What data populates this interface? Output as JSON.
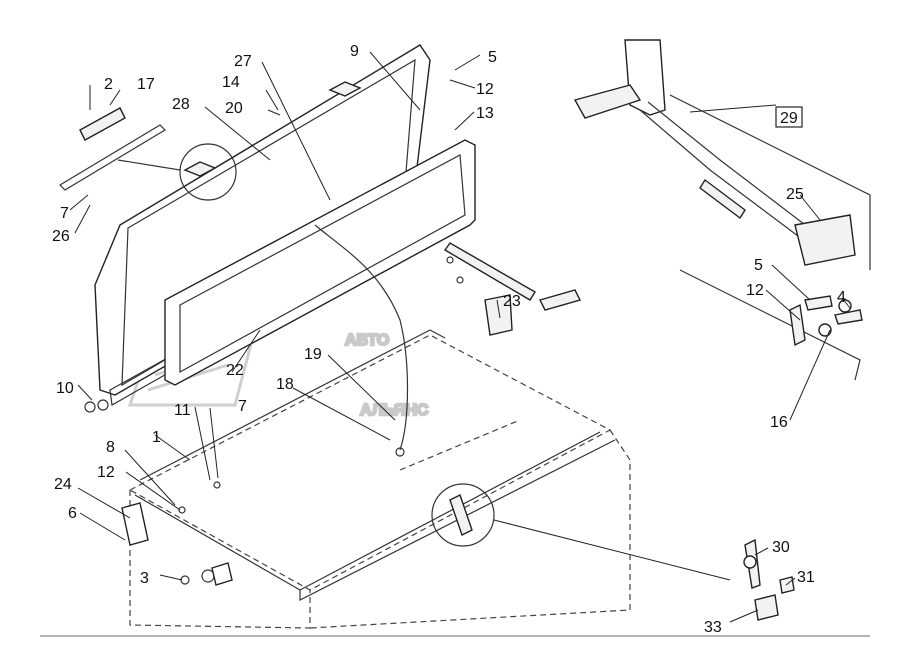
{
  "watermark": {
    "line1": "АВТО",
    "line2": "АЛЬЯНС"
  },
  "callouts": {
    "c1": "1",
    "c2": "2",
    "c3": "3",
    "c4": "4",
    "c5a": "5",
    "c5b": "5",
    "c6": "6",
    "c7a": "7",
    "c7b": "7",
    "c8": "8",
    "c9": "9",
    "c10": "10",
    "c11": "11",
    "c12a": "12",
    "c12b": "12",
    "c12c": "12",
    "c13": "13",
    "c14": "14",
    "c16": "16",
    "c17": "17",
    "c18": "18",
    "c19": "19",
    "c20": "20",
    "c22": "22",
    "c23": "23",
    "c24": "24",
    "c25": "25",
    "c26": "26",
    "c27": "27",
    "c28": "28",
    "c29": "29",
    "c30": "30",
    "c31": "31",
    "c33": "33"
  }
}
